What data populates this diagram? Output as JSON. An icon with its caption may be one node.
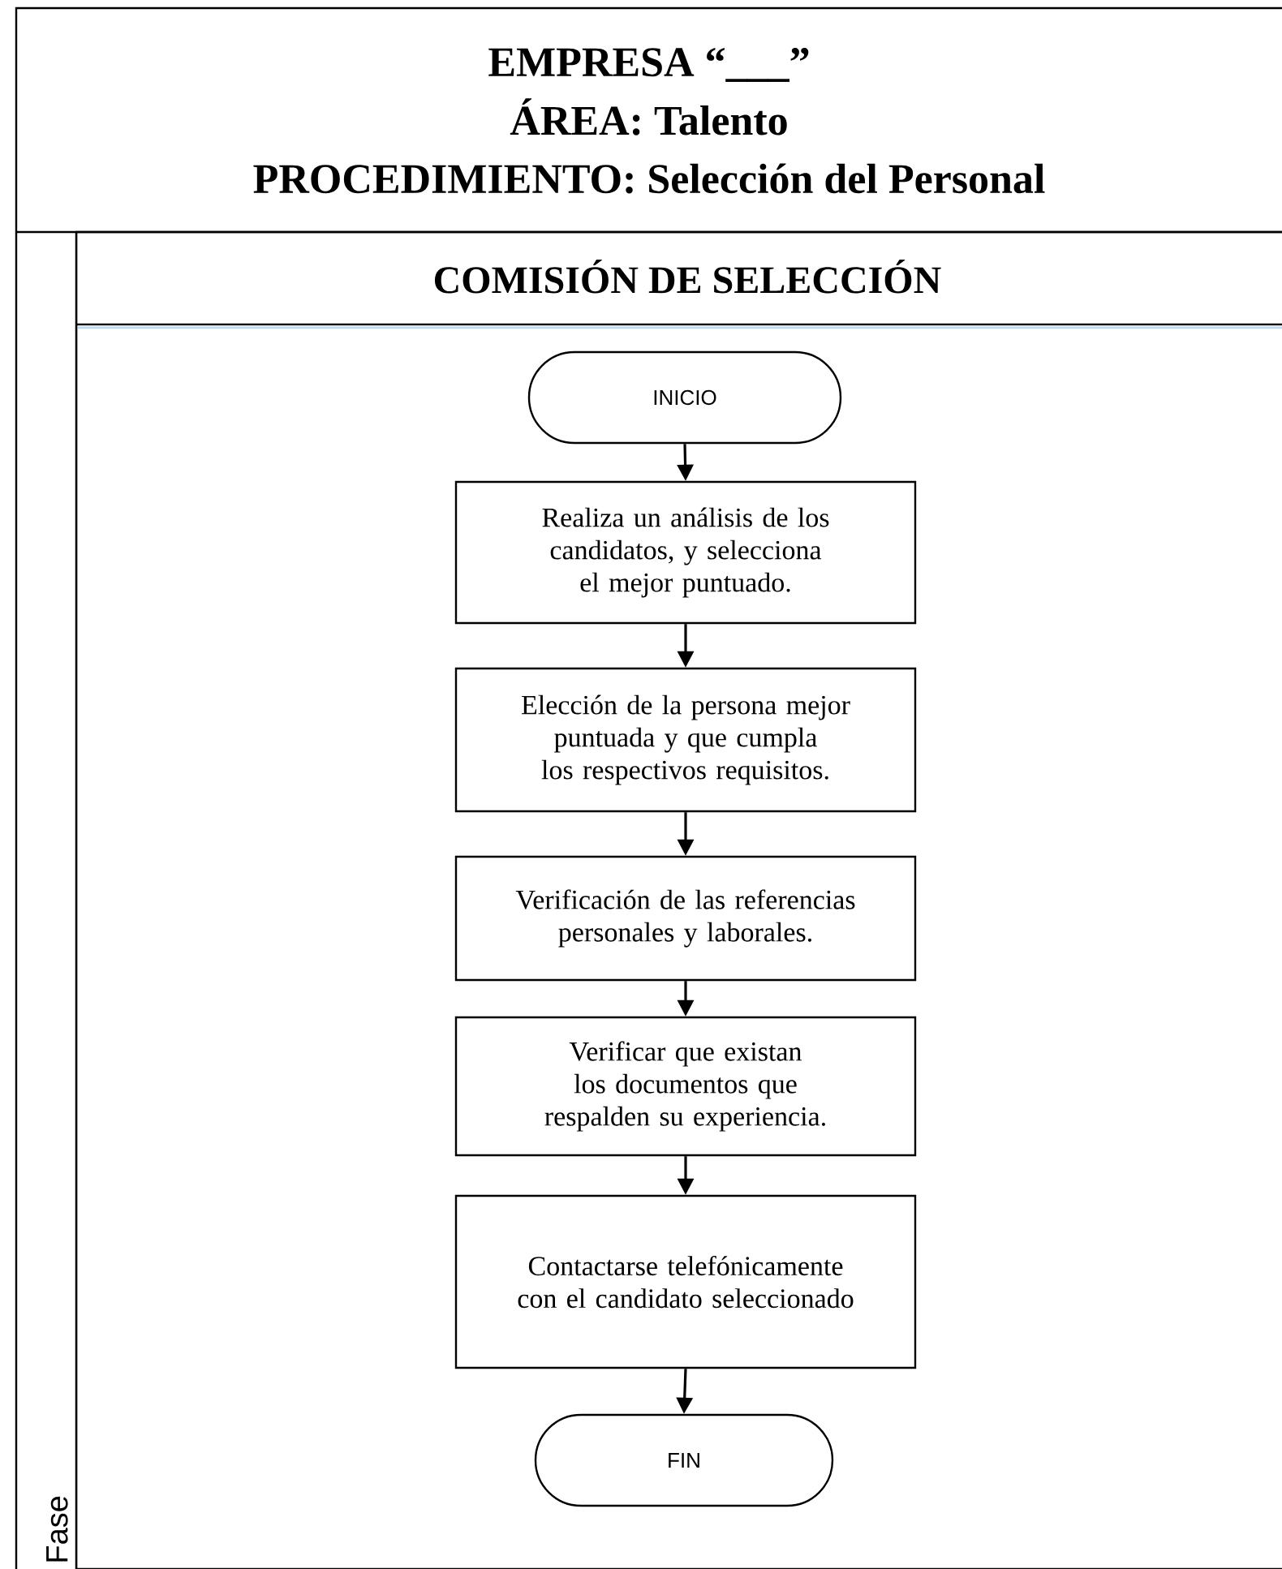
{
  "diagram": {
    "nodes": [
      {
        "text": [
          "COMISIÓN DE SELECCIÓN"
        ]
      },
      {
        "text": [
          "INICIO"
        ],
        "in": 0
      },
      {
        "text": [
          "Realiza un análisis de los candidatos, y selecciona el mejor puntuado."
        ],
        "in": 0
      },
      {
        "text": [
          "Elección de la persona mejor puntuada y que cumpla los respectivos requisitos."
        ],
        "in": 0
      },
      {
        "text": [
          "Verificación de las referencias personales y laborales."
        ],
        "in": 0
      },
      {
        "text": [
          "Verificar que existan los documentos que respalden su experiencia."
        ],
        "in": 0
      },
      {
        "text": [
          "Contactarse telefónicamente con el candidato seleccionado"
        ],
        "in": 0
      },
      {
        "text": [
          "FIN"
        ],
        "in": 0
      }
    ],
    "edges": [
      {
        "from": 1,
        "to": 2,
        "arrow": "to"
      },
      {
        "from": 2,
        "to": 3,
        "arrow": "to"
      },
      {
        "from": 3,
        "to": 4,
        "arrow": "to"
      },
      {
        "from": 4,
        "to": 5,
        "arrow": "to"
      },
      {
        "from": 5,
        "to": 6,
        "arrow": "to"
      },
      {
        "from": 6,
        "to": 7,
        "arrow": "to"
      }
    ],
    "labels": [
      "EMPRESA “___”",
      "ÁREA: Talento",
      "PROCEDIMIENTO: Selección del Personal",
      "Fase"
    ]
  }
}
